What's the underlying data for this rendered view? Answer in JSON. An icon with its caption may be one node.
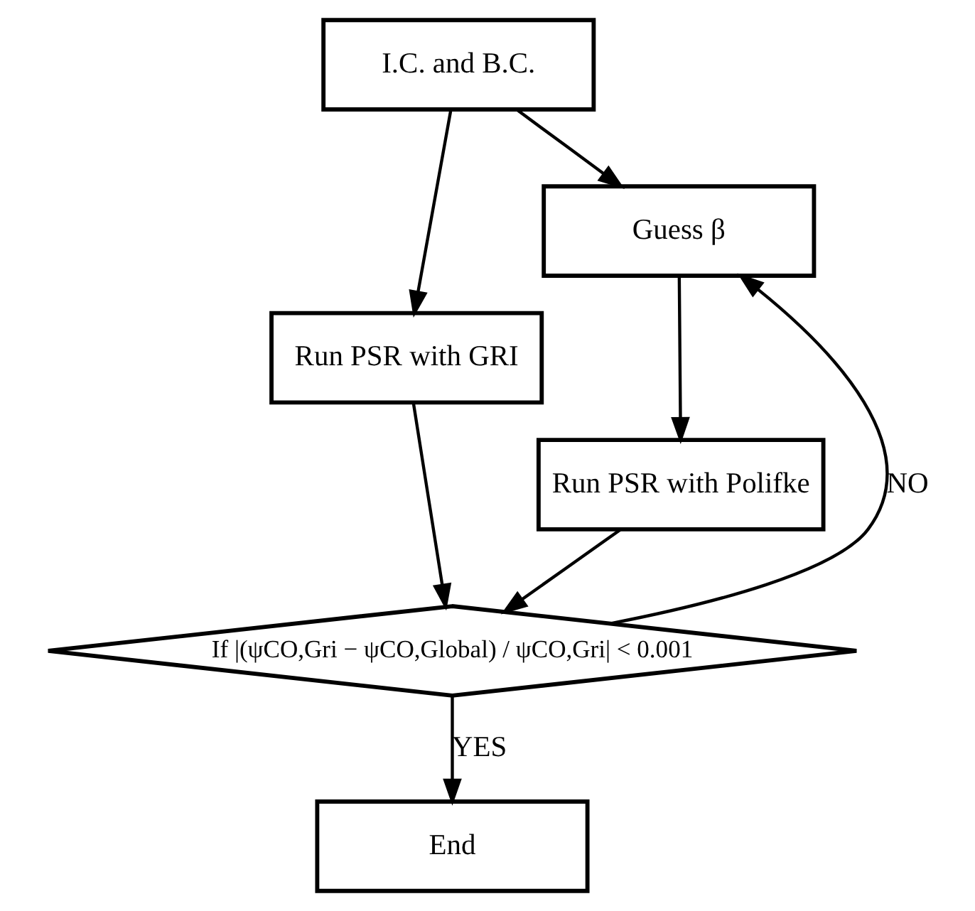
{
  "diagram": {
    "nodes": [
      {
        "text": [
          "I.C. and B.C."
        ]
      },
      {
        "text": [
          "Run PSR with GRI"
        ]
      },
      {
        "text": [
          "Guess β"
        ]
      },
      {
        "text": [
          "Run PSR with Polifke"
        ]
      },
      {
        "text": [
          "If |(ψCO,Gri − ψCO,Global) / ψCO,Gri| < 0.001"
        ]
      },
      {
        "text": [
          "End"
        ]
      }
    ],
    "edges": [
      {
        "from": 0,
        "to": 1,
        "arrow": "to"
      },
      {
        "from": 0,
        "to": 2,
        "arrow": "to"
      },
      {
        "from": 1,
        "to": 4,
        "arrow": "to"
      },
      {
        "from": 2,
        "to": 3,
        "arrow": "to"
      },
      {
        "from": 3,
        "to": 4,
        "arrow": "to"
      },
      {
        "from": 4,
        "to": 2,
        "arrow": "to",
        "label": "NO"
      },
      {
        "from": 4,
        "to": 5,
        "arrow": "to",
        "label": "YES"
      }
    ]
  }
}
